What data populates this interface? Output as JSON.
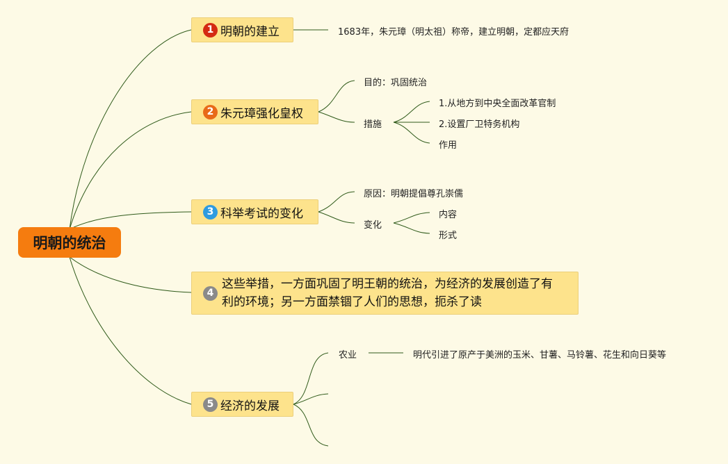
{
  "root": {
    "label": "明朝的统治"
  },
  "topics": [
    {
      "num": "1",
      "color": "#d42a12",
      "label": "明朝的建立"
    },
    {
      "num": "2",
      "color": "#e86a18",
      "label": "朱元璋强化皇权"
    },
    {
      "num": "3",
      "color": "#2e9be0",
      "label": "科举考试的变化"
    },
    {
      "num": "4",
      "color": "#8a8a8a",
      "label": "这些举措，一方面巩固了明王朝的统治，为经济的发展创造了有利的环境；另一方面禁锢了人们的思想，扼杀了读"
    },
    {
      "num": "5",
      "color": "#8a8a8a",
      "label": "经济的发展"
    }
  ],
  "leaves": {
    "t1_detail": "1683年，朱元璋（明太祖）称帝，建立明朝，定都应天府",
    "t2_purpose": "目的：巩固统治",
    "t2_measures": "措施",
    "t2_m1": "1.从地方到中央全面改革官制",
    "t2_m2": "2.设置厂卫特务机构",
    "t2_m3": "作用",
    "t3_reason": "原因：明朝提倡尊孔崇儒",
    "t3_change": "变化",
    "t3_c1": "内容",
    "t3_c2": "形式",
    "t5_agri": "农业",
    "t5_agri_detail": "明代引进了原产于美洲的玉米、甘薯、马铃薯、花生和向日葵等"
  }
}
